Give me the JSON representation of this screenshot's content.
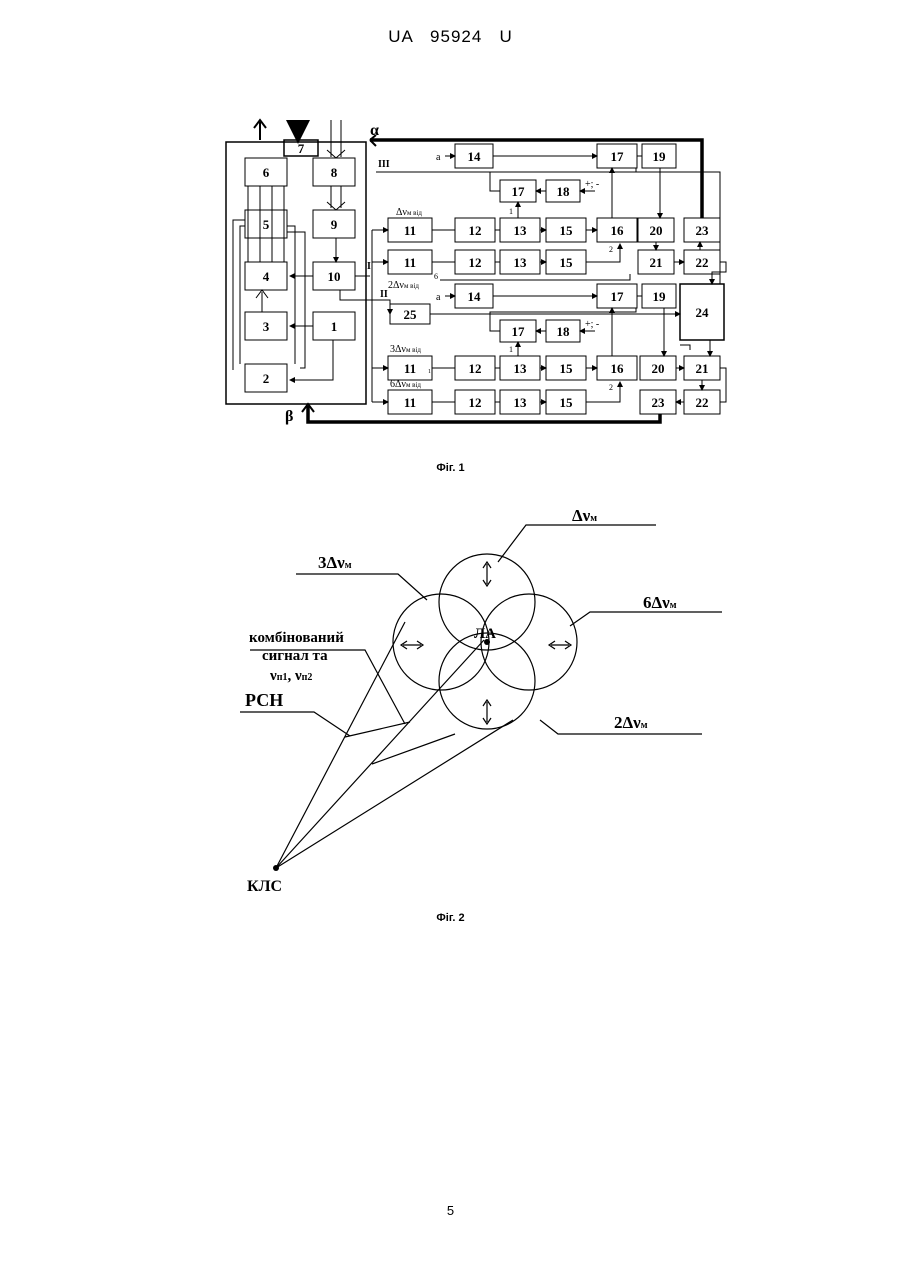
{
  "header": {
    "text": "UA   95924   U"
  },
  "fig1": {
    "caption": "Фіг. 1",
    "labels": {
      "alpha": "α",
      "beta": "β",
      "roman_I": "I",
      "roman_II": "II",
      "roman_III": "III",
      "a1": "a",
      "a2": "a",
      "pm1": "+; -",
      "pm2": "+; -",
      "n1a": "1",
      "n2a": "2",
      "n1b": "1",
      "n2b": "2",
      "n6": "6",
      "n1c": "1",
      "dv_vid": "Δν",
      "dv_vid_sub": "м від",
      "dv2_vid": "2Δν",
      "dv2_vid_sub": "м від",
      "dv3_vid": "3Δν",
      "dv3_vid_sub": "м від",
      "dv6_vid": "6Δν",
      "dv6_vid_sub": "м від"
    },
    "blocks": {
      "b1": "1",
      "b2": "2",
      "b3": "3",
      "b4": "4",
      "b5": "5",
      "b6": "6",
      "b7": "7",
      "b8": "8",
      "b9": "9",
      "b10": "10",
      "r1_11": "11",
      "r1_12": "12",
      "r1_13": "13",
      "r1_15": "15",
      "r1_16": "16",
      "r1_20": "20",
      "r1_23": "23",
      "r2_11": "11",
      "r2_12": "12",
      "r2_13": "13",
      "r2_15": "15",
      "r2_21": "21",
      "r2_22": "22",
      "t14a": "14",
      "t17a": "17",
      "t19a": "19",
      "t17b": "17",
      "t18a": "18",
      "t14b": "14",
      "t17c": "17",
      "t19b": "19",
      "t17d": "17",
      "t18b": "18",
      "b24": "24",
      "b25": "25",
      "r3_11": "11",
      "r3_12": "12",
      "r3_13": "13",
      "r3_15": "15",
      "r3_16": "16",
      "r3_20": "20",
      "r3_21": "21",
      "r4_11": "11",
      "r4_12": "12",
      "r4_13": "13",
      "r4_15": "15",
      "r4_23": "23",
      "r4_22": "22"
    }
  },
  "fig2": {
    "caption": "Фіг. 2",
    "labels": {
      "dvm": "Δν",
      "dvm_sub": "м",
      "dv3": "3Δν",
      "dv3_sub": "м",
      "dv6": "6Δν",
      "dv6_sub": "м",
      "dv2": "2Δν",
      "dv2_sub": "м",
      "combined_1": "комбінований",
      "combined_2": "сигнал та",
      "combined_3a": "ν",
      "combined_3a_sub": "п1",
      "combined_3b": ", ν",
      "combined_3b_sub": "п2",
      "la": "ЛА",
      "rsn": "РСН",
      "kls": "КЛС"
    }
  },
  "page_number": "5"
}
